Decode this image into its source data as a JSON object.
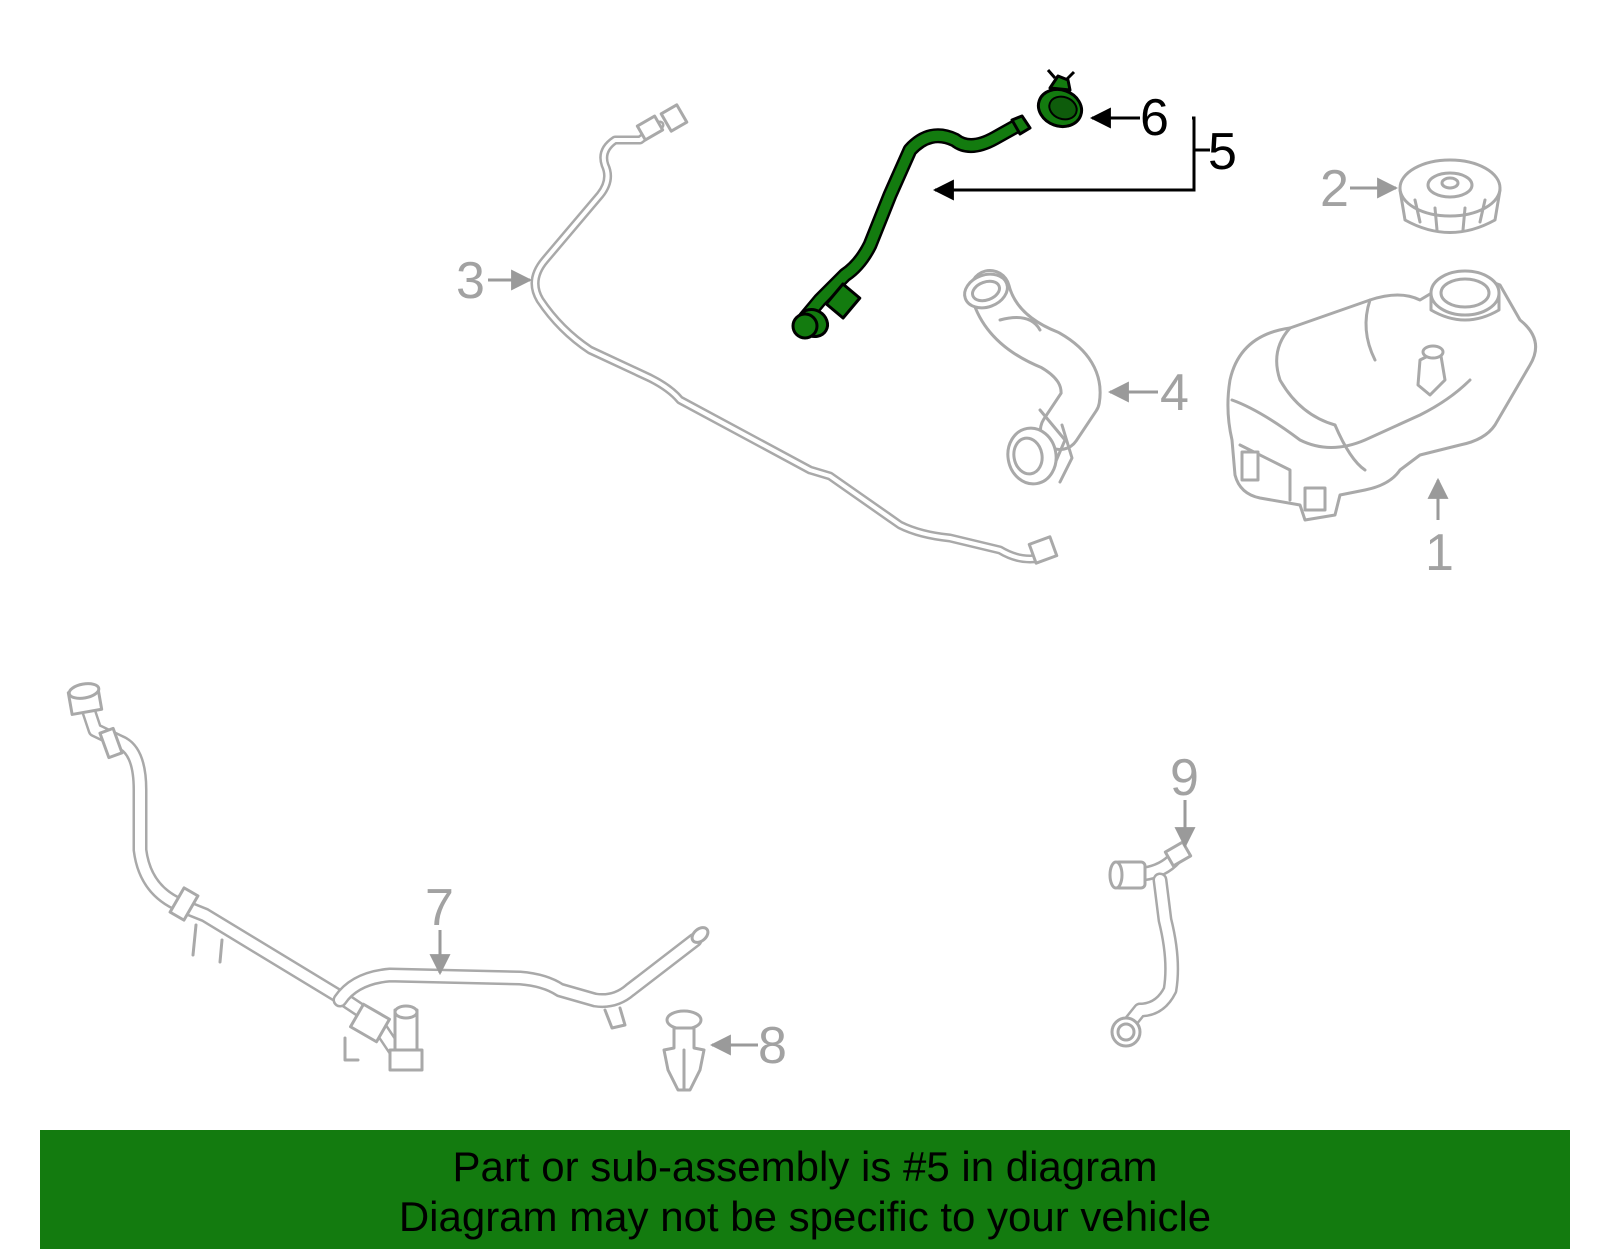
{
  "callouts": {
    "c1": "1",
    "c2": "2",
    "c3": "3",
    "c4": "4",
    "c5": "5",
    "c6": "6",
    "c7": "7",
    "c8": "8",
    "c9": "9"
  },
  "highlight": {
    "part_number": "5",
    "sub_part": "6",
    "color": "#137b0f"
  },
  "banner": {
    "line1": "Part or sub-assembly is #5 in diagram",
    "line2": "Diagram may not be specific to your vehicle",
    "background": "#137b0f"
  }
}
